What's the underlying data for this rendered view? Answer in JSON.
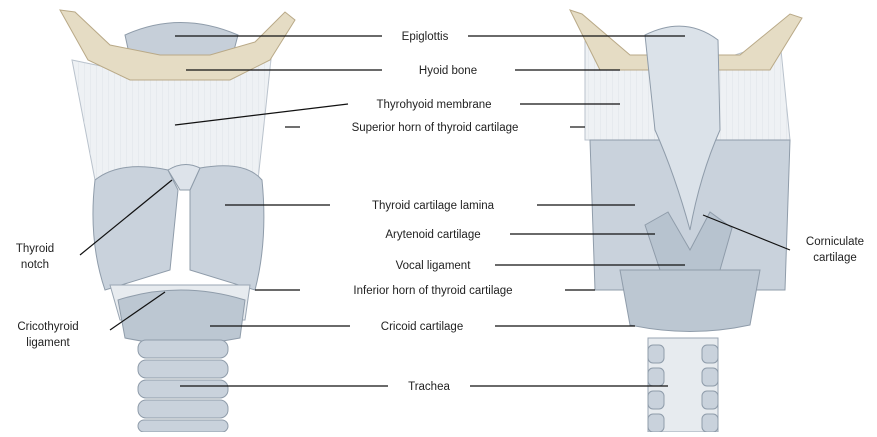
{
  "labels": {
    "epiglottis": "Epiglottis",
    "hyoid_bone": "Hyoid bone",
    "thyrohyoid_membrane": "Thyrohyoid membrane",
    "superior_horn": "Superior horn of thyroid cartilage",
    "thyroid_lamina": "Thyroid cartilage lamina",
    "arytenoid": "Arytenoid cartilage",
    "vocal_ligament": "Vocal ligament",
    "inferior_horn": "Inferior horn of thyroid cartilage",
    "cricoid": "Cricoid cartilage",
    "trachea": "Trachea",
    "thyroid_notch_1": "Thyroid",
    "thyroid_notch_2": "notch",
    "cricothyroid_1": "Cricothyroid",
    "cricothyroid_2": "ligament",
    "corniculate_1": "Corniculate",
    "corniculate_2": "cartilage"
  },
  "colors": {
    "cartilage": "#c9d2dc",
    "cartilage_shade": "#a9b6c4",
    "hyoid": "#e5dcc4",
    "membrane": "#eef1f4",
    "line": "#111111"
  }
}
